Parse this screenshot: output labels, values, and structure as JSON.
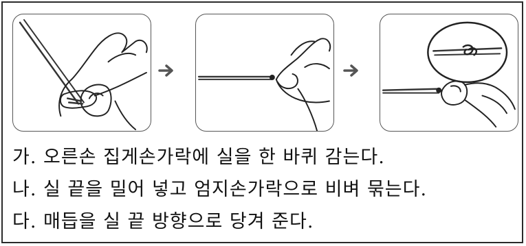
{
  "steps": [
    "가. 오른손 집게손가락에 실을 한 바퀴 감는다.",
    "나. 실 끝을 밀어 넣고 엄지손가락으로 비벼 묶는다.",
    "다. 매듭을 실 끝 방향으로 당겨 준다."
  ],
  "panels": [
    {
      "icon": "finger-wrapping-thread-illustration"
    },
    {
      "icon": "thumb-rolling-knot-illustration"
    },
    {
      "icon": "pulling-knot-tight-illustration"
    }
  ],
  "colors": {
    "line": "#222222",
    "arrow": "#555555",
    "thread": "#333333"
  }
}
